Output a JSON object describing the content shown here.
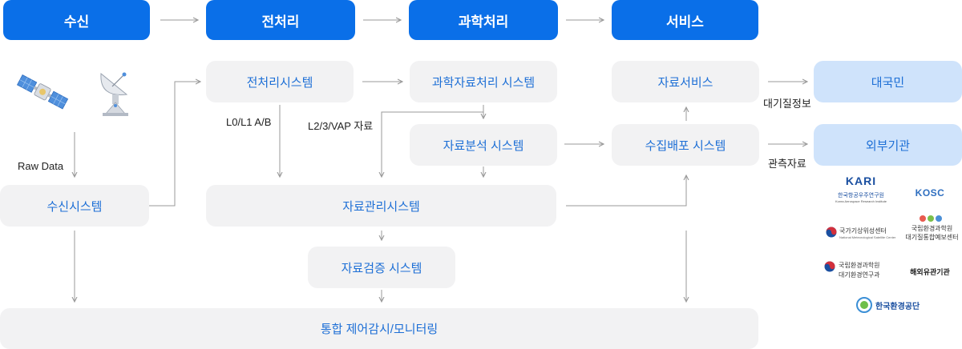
{
  "stages": {
    "receive": "수신",
    "preprocess": "전처리",
    "science": "과학처리",
    "service": "서비스"
  },
  "systems": {
    "receive_system": "수신시스템",
    "preprocess_system": "전처리시스템",
    "science_system": "과학자료처리 시스템",
    "analysis_system": "자료분석 시스템",
    "management_system": "자료관리시스템",
    "validation_system": "자료검증 시스템",
    "monitoring_system": "통합 제어감시/모니터링",
    "data_service": "자료서비스",
    "distribution_system": "수집배포 시스템"
  },
  "targets": {
    "public": "대국민",
    "external": "외부기관"
  },
  "labels": {
    "raw_data": "Raw Data",
    "l0l1": "L0/L1 A/B",
    "l2l3": "L2/3/VAP 자료",
    "air_quality_info": "대기질정보",
    "observation_data": "관측자료"
  },
  "logos": {
    "kari_main": "KARI",
    "kari_sub": "한국항공우주연구원",
    "kari_en": "Korea Aerospace Research Institute",
    "kosc": "KOSC",
    "nmsc": "국가기상위성센터",
    "nmsc_en": "National Meteorological Satellite Center",
    "nier_aq_1": "국립환경과학원",
    "nier_aq_2": "대기질통합예보센터",
    "nier_climate_1": "국립환경과학원",
    "nier_climate_2": "대기환경연구과",
    "overseas": "해외유관기관",
    "keco": "한국환경공단"
  },
  "colors": {
    "stage_blue": "#0a6fe8",
    "system_bg": "#f2f2f3",
    "system_text": "#1d6fd6",
    "target_bg": "#cfe3fb",
    "arrow": "#9a9a9a"
  }
}
